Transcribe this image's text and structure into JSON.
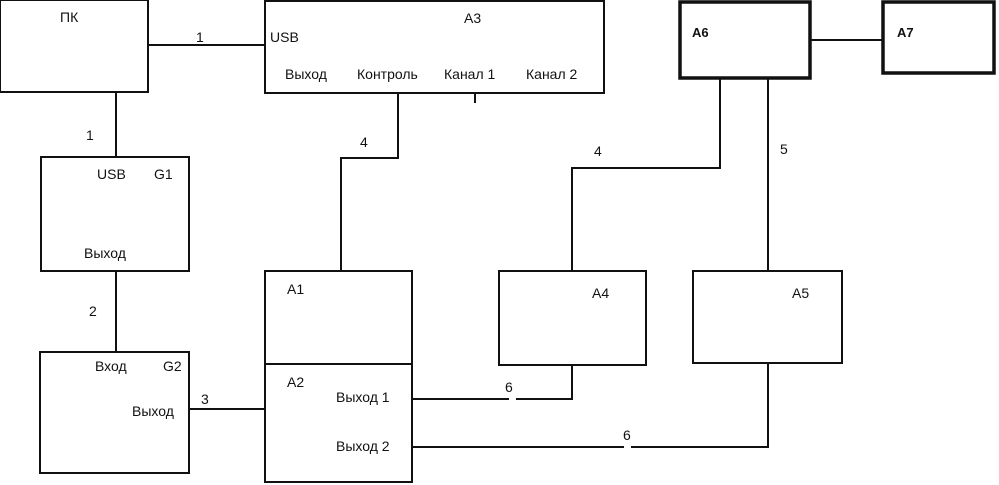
{
  "blocks": {
    "pc": {
      "name": "ПК"
    },
    "a3": {
      "name": "А3",
      "usb": "USB",
      "out": "Выход",
      "control": "Контроль",
      "ch1": "Канал 1",
      "ch2": "Канал 2"
    },
    "g1": {
      "usb": "USB",
      "name": "G1",
      "out": "Выход"
    },
    "g2": {
      "in": "Вход",
      "name": "G2",
      "out": "Выход"
    },
    "a1": {
      "name": "А1"
    },
    "a2": {
      "name": "А2",
      "out1": "Выход 1",
      "out2": "Выход 2"
    },
    "a4": {
      "name": "А4"
    },
    "a5": {
      "name": "А5"
    },
    "a6": {
      "name": "А6"
    },
    "a7": {
      "name": "А7"
    }
  },
  "connections": {
    "pc_a3": "1",
    "pc_g1": "1",
    "g1_g2": "2",
    "g2_a2": "3",
    "a3_a1": "4",
    "a6_a4": "4",
    "a6_a5": "5",
    "a2_a4": "6",
    "a2_a5": "6"
  }
}
